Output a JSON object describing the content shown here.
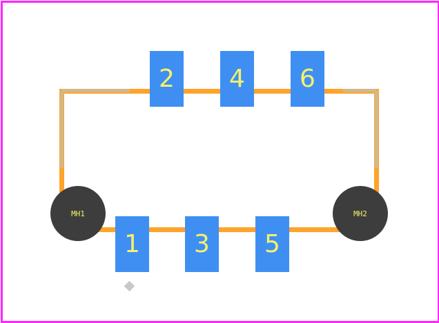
{
  "pads": {
    "p1": "1",
    "p2": "2",
    "p3": "3",
    "p4": "4",
    "p5": "5",
    "p6": "6"
  },
  "mounting_holes": {
    "mh1": "MH1",
    "mh2": "MH2"
  },
  "colors": {
    "board_outline": "#ff26ff",
    "pad": "#3f8ff2",
    "pad_label": "#f5f26a",
    "trace": "#ffa32b",
    "silkscreen": "#d2b88a",
    "hole": "#3d3d3d",
    "marker": "#c8c8c8"
  }
}
